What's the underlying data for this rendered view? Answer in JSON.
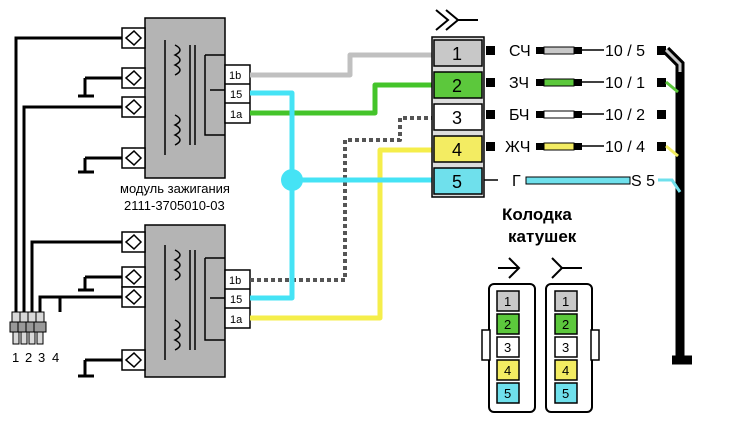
{
  "module": {
    "caption": "модуль зажигания",
    "part_number": "2111-3705010-03",
    "terminals": [
      "1b",
      "15",
      "1a"
    ]
  },
  "connector": {
    "title_line1": "Колодка",
    "title_line2": "катушек",
    "pins": [
      {
        "num": "1",
        "color": "#c8c8c8",
        "wire": "СЧ",
        "dest": "10 / 5"
      },
      {
        "num": "2",
        "color": "#5cc83c",
        "wire": "ЗЧ",
        "dest": "10 / 1"
      },
      {
        "num": "3",
        "color": "#ffffff",
        "wire": "БЧ",
        "dest": "10 / 2"
      },
      {
        "num": "4",
        "color": "#f3ec62",
        "wire": "ЖЧ",
        "dest": "10 / 4"
      },
      {
        "num": "5",
        "color": "#6fe0ec",
        "wire": "Г",
        "dest": "S 5"
      }
    ]
  },
  "plugs": {
    "pins": [
      {
        "num": "1",
        "color": "#c8c8c8"
      },
      {
        "num": "2",
        "color": "#5cc83c"
      },
      {
        "num": "3",
        "color": "#ffffff"
      },
      {
        "num": "4",
        "color": "#f3ec62"
      },
      {
        "num": "5",
        "color": "#6fe0ec"
      }
    ]
  },
  "spark_plugs": {
    "labels": [
      "1",
      "2",
      "3",
      "4"
    ]
  },
  "colors": {
    "gray_wire": "#c0c0c0",
    "green_wire": "#44c42a",
    "yellow_wire": "#f5ee4a",
    "cyan_wire": "#45e3f5",
    "module_fill": "#b4b4b4"
  }
}
